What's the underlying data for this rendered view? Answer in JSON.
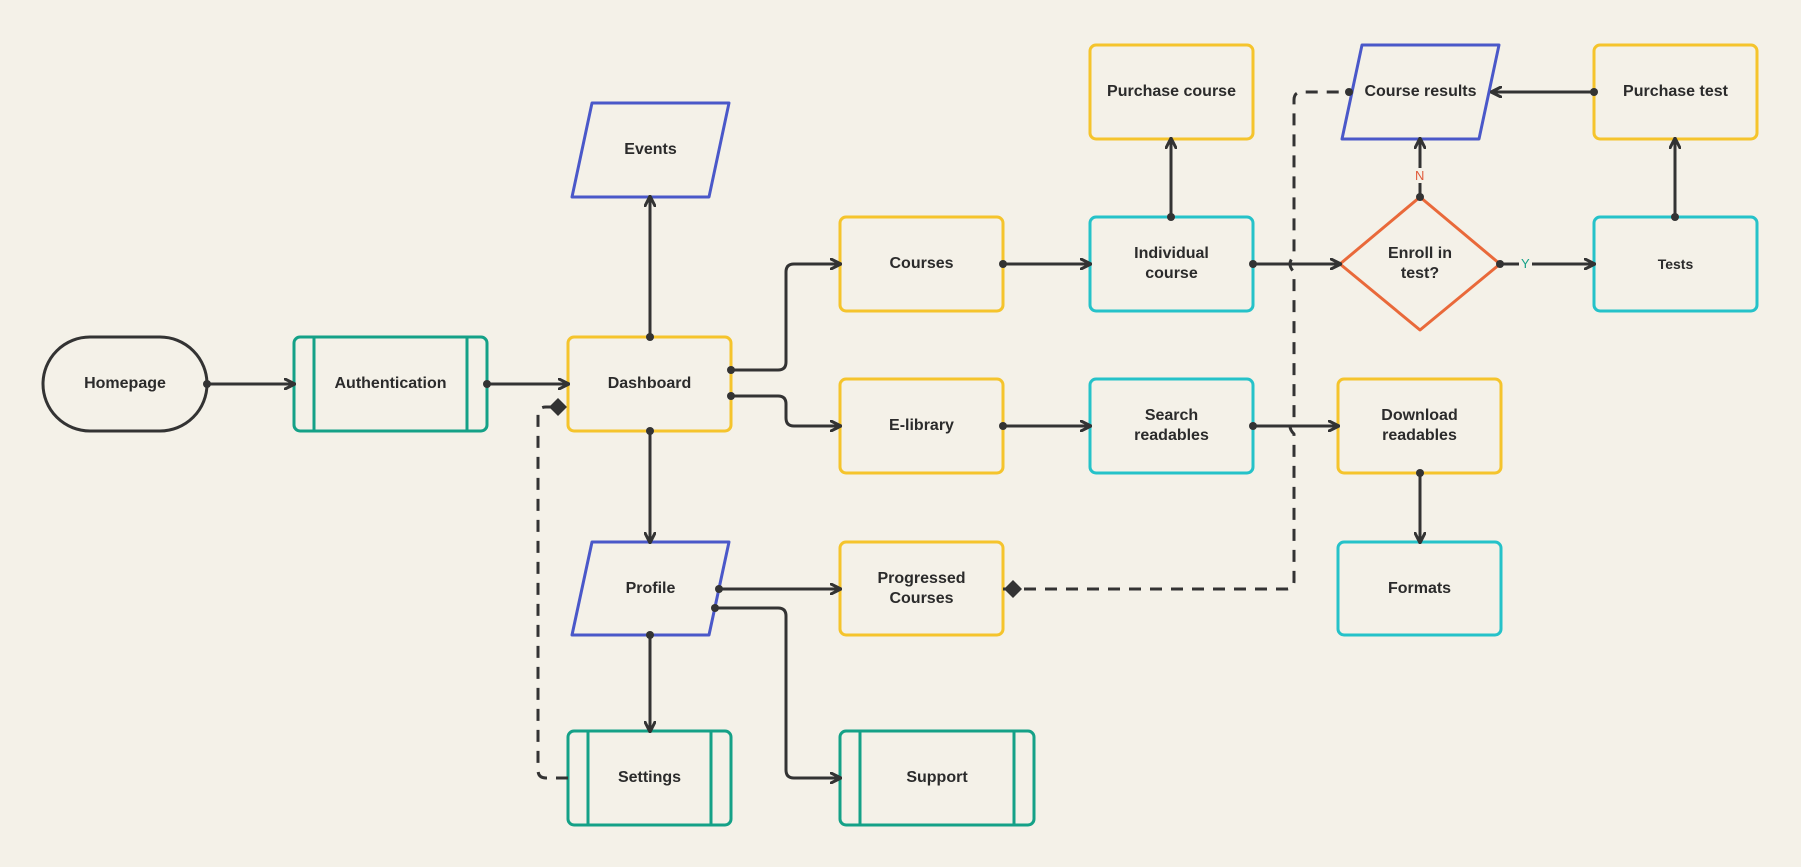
{
  "colors": {
    "background": "#f4f1e8",
    "yellow": "#f5c42c",
    "teal": "#25c2c9",
    "green": "#14a187",
    "blue": "#4a58c9",
    "orange": "#e9693a",
    "dark": "#333333",
    "no": "#e05a3a",
    "yes": "#14a187"
  },
  "nodes": {
    "homepage": "Homepage",
    "authentication": "Authentication",
    "dashboard": "Dashboard",
    "events": "Events",
    "courses": "Courses",
    "elibrary": "E-library",
    "profile": "Profile",
    "progressed_courses": "Progressed\nCourses",
    "settings": "Settings",
    "support": "Support",
    "individual_course": "Individual\ncourse",
    "search_readables": "Search\nreadables",
    "purchase_course": "Purchase course",
    "course_results": "Course results",
    "purchase_test": "Purchase test",
    "enroll_in_test": "Enroll in\ntest?",
    "tests": "Tests",
    "download_readables": "Download\nreadables",
    "formats": "Formats"
  },
  "edge_labels": {
    "no": "N",
    "yes": "Y"
  }
}
